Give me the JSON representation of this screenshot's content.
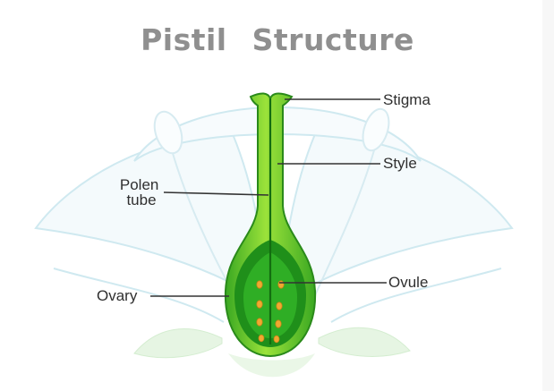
{
  "title": {
    "word1": "Pistil",
    "word2": "Structure"
  },
  "labels": {
    "stigma": "Stigma",
    "style": "Style",
    "pollen_tube_line1": "Polen",
    "pollen_tube_line2": "tube",
    "ovule": "Ovule",
    "ovary": "Ovary"
  },
  "colors": {
    "title": "#8f8f8f",
    "pistil_dark": "#2e9d1e",
    "pistil_light": "#8edb2e",
    "ovary_inner": "#1f8f1a",
    "ovule_seed": "#f0a830",
    "petal_outline": "#cfe9f0",
    "leaf": "#e6f5e3"
  }
}
